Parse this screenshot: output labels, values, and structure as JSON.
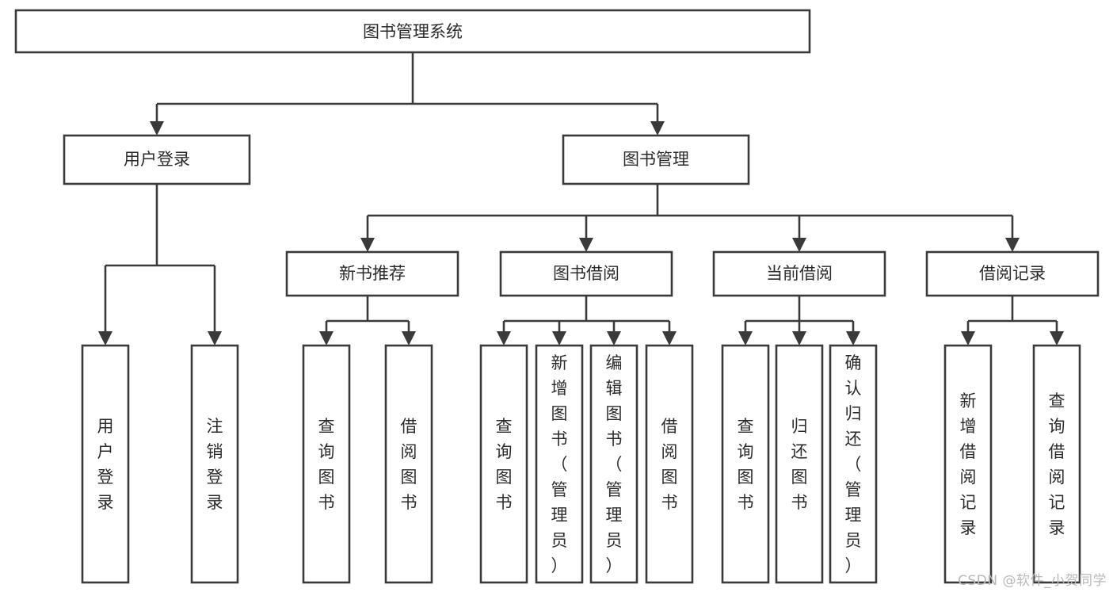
{
  "diagram": {
    "title": "图书管理系统",
    "type": "tree",
    "watermark": "CSDN @软件_小贺同学",
    "colors": {
      "background": "#ffffff",
      "box_stroke": "#3a3a3a",
      "box_fill": "#ffffff",
      "text": "#2b2b2b",
      "watermark": "#b8b8b8"
    },
    "levels": {
      "root": {
        "label": "图书管理系统"
      },
      "level1": [
        {
          "id": "user-login",
          "label": "用户登录"
        },
        {
          "id": "book-manage",
          "label": "图书管理"
        }
      ],
      "level2": [
        {
          "id": "new-book-recommend",
          "label": "新书推荐",
          "parent": "book-manage"
        },
        {
          "id": "book-borrow",
          "label": "图书借阅",
          "parent": "book-manage"
        },
        {
          "id": "current-borrow",
          "label": "当前借阅",
          "parent": "book-manage"
        },
        {
          "id": "borrow-record",
          "label": "借阅记录",
          "parent": "book-manage"
        }
      ],
      "leaves": [
        {
          "id": "leaf-user-login",
          "label": "用户登录",
          "parent": "user-login"
        },
        {
          "id": "leaf-logout",
          "label": "注销登录",
          "parent": "user-login"
        },
        {
          "id": "leaf-query-book-1",
          "label": "查询图书",
          "parent": "new-book-recommend"
        },
        {
          "id": "leaf-borrow-book-1",
          "label": "借阅图书",
          "parent": "new-book-recommend"
        },
        {
          "id": "leaf-query-book-2",
          "label": "查询图书",
          "parent": "book-borrow"
        },
        {
          "id": "leaf-add-book",
          "label": "新增图书（管理员）",
          "parent": "book-borrow"
        },
        {
          "id": "leaf-edit-book",
          "label": "编辑图书（管理员）",
          "parent": "book-borrow"
        },
        {
          "id": "leaf-borrow-book-2",
          "label": "借阅图书",
          "parent": "book-borrow"
        },
        {
          "id": "leaf-query-book-3",
          "label": "查询图书",
          "parent": "current-borrow"
        },
        {
          "id": "leaf-return-book",
          "label": "归还图书",
          "parent": "current-borrow"
        },
        {
          "id": "leaf-confirm-return",
          "label": "确认归还（管理员）",
          "parent": "current-borrow"
        },
        {
          "id": "leaf-add-record",
          "label": "新增借阅记录",
          "parent": "borrow-record"
        },
        {
          "id": "leaf-query-record",
          "label": "查询借阅记录",
          "parent": "borrow-record"
        }
      ]
    }
  }
}
